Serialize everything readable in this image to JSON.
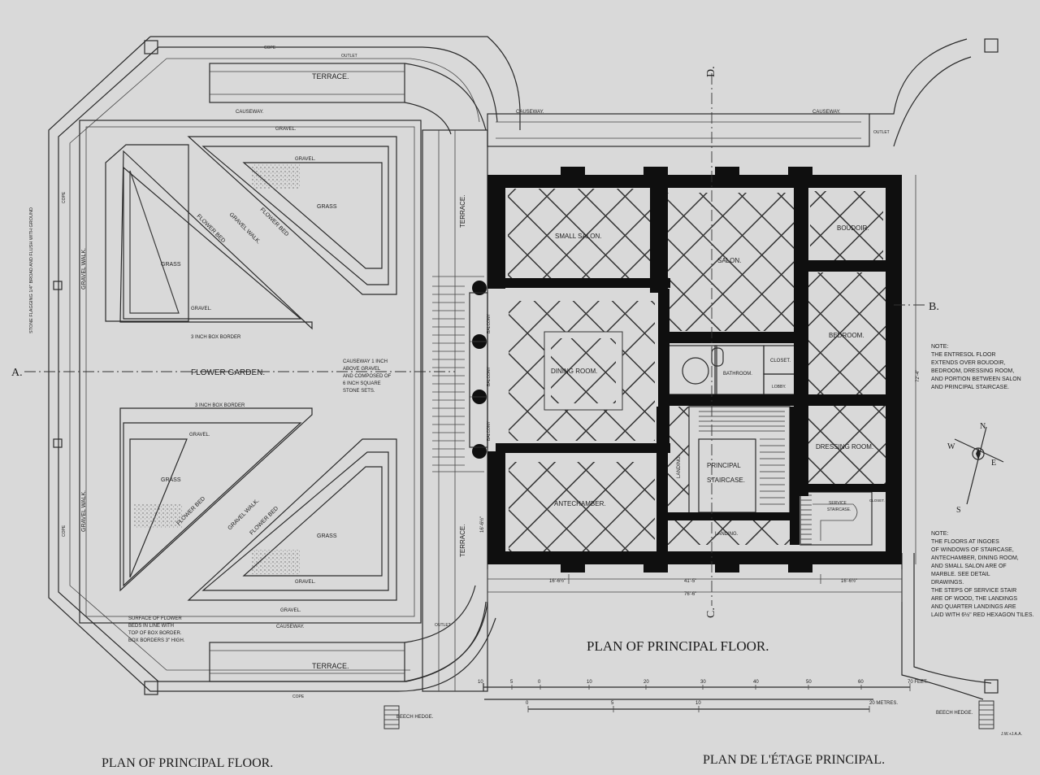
{
  "captions": {
    "main_title": "PLAN OF PRINCIPAL FLOOR.",
    "bottom_left": "PLAN OF PRINCIPAL FLOOR.",
    "bottom_right": "PLAN DE L'ÉTAGE PRINCIPAL."
  },
  "garden": {
    "flower_garden": "FLOWER GARDEN.",
    "terrace": "TERRACE.",
    "causeway": "CAUSEWAY.",
    "gravel": "GRAVEL.",
    "gravel_walk": "GRAVEL WALK.",
    "grass": "GRASS",
    "flower_bed": "FLOWER BED",
    "box_border": "3 INCH BOX BORDER",
    "cope": "COPE",
    "outlet": "OUTLET",
    "beech_hedge": "BEECH HEDGE.",
    "stone_flagging": "STONE FLAGGING 1/4\" BROAD AND FLUSH WITH GROUND",
    "causeway_note": [
      "CAUSEWAY 1 INCH",
      "ABOVE GRAVEL",
      "AND COMPOSED OF",
      "6 INCH SQUARE",
      "STONE SETS."
    ],
    "surface_note": [
      "SURFACE OF FLOWER",
      "BEDS IN LINE WITH",
      "TOP OF BOX BORDER.",
      "BOX BORDERS 3\" HIGH."
    ]
  },
  "rooms": {
    "small_salon": "SMALL SALON.",
    "salon": "SALON.",
    "boudoir": "BOUDOIR.",
    "bedroom": "BEDROOM.",
    "dining_room": "DINING ROOM.",
    "bathroom": "BATHROOM.",
    "closet": "CLOSET.",
    "lobby": "LOBBY.",
    "dressing_room": "DRESSING ROOM.",
    "principal_staircase": [
      "PRINCIPAL",
      "STAIRCASE."
    ],
    "service_staircase": [
      "SERVICE",
      "STAIRCASE."
    ],
    "antechamber": "ANTECHAMBER.",
    "landing": "LANDING.",
    "balcony": "BALCONY"
  },
  "section_marks": {
    "a": "A.",
    "b": "B.",
    "c": "C.",
    "d": "D."
  },
  "compass": {
    "n": "N",
    "s": "S",
    "e": "E",
    "w": "W"
  },
  "notes": {
    "note1": [
      "NOTE:",
      "THE ENTRESOL FLOOR",
      "EXTENDS OVER BOUDOIR,",
      "BEDROOM, DRESSING ROOM,",
      "AND PORTION BETWEEN SALON",
      "AND PRINCIPAL STAIRCASE."
    ],
    "note2": [
      "NOTE:",
      "THE FLOORS AT INGOES",
      "OF WINDOWS OF STAIRCASE,",
      "ANTECHAMBER, DINING ROOM,",
      "AND SMALL SALON ARE OF",
      "MARBLE. SEE DETAIL",
      "DRAWINGS.",
      "THE STEPS OF SERVICE STAIR",
      "ARE OF WOOD, THE LANDINGS",
      "AND QUARTER LANDINGS ARE",
      "LAID WITH 6½\" RED HEXAGON TILES."
    ]
  },
  "dimensions": {
    "d1": "16'-6½\"",
    "d2": "41'-5\"",
    "d3": "16'-6½\"",
    "d4": "76'-6\"",
    "d5": "72'-4\"",
    "d6": "16'-6½\""
  },
  "scales": {
    "feet_ticks": [
      "10",
      "5",
      "0",
      "10",
      "20",
      "30",
      "40",
      "50",
      "60",
      "70 FEET."
    ],
    "metre_ticks": [
      "0",
      "5",
      "10",
      "20 METRES."
    ]
  },
  "signature": "J.W.+J.A.A."
}
